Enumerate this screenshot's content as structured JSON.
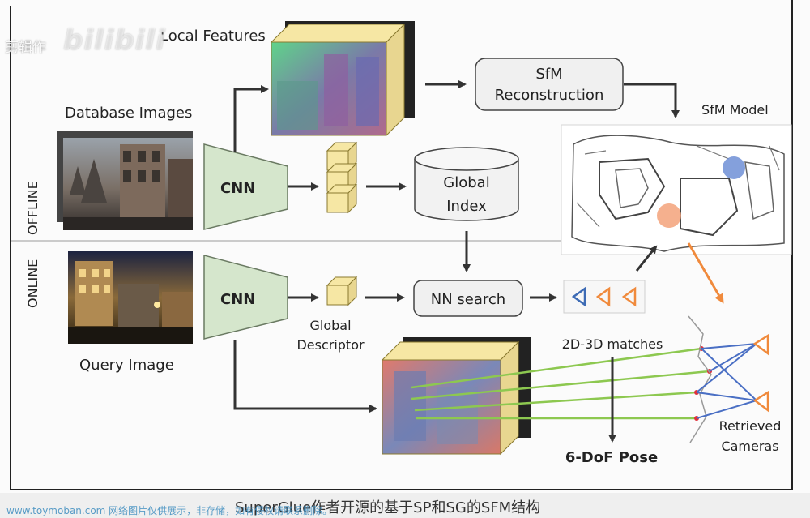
{
  "diagram": {
    "labels": {
      "local_features": "Local Features",
      "database_images": "Database Images",
      "sfm_model": "SfM Model",
      "sfm_line1": "SfM",
      "sfm_line2": "Reconstruction",
      "cnn_offline": "CNN",
      "cnn_online": "CNN",
      "global_index_line1": "Global",
      "global_index_line2": "Index",
      "offline": "OFFLINE",
      "online": "ONLINE",
      "query_image": "Query Image",
      "global_descriptor_line1": "Global",
      "global_descriptor_line2": "Descriptor",
      "nn_search": "NN search",
      "matches": "2D-3D matches",
      "pose": "6-DoF Pose",
      "retrieved_line1": "Retrieved",
      "retrieved_line2": "Cameras"
    },
    "colors": {
      "cnn_fill": "#d5e6cc",
      "feature_fill": "#f6e7a4",
      "feature_stroke": "#8a7a30",
      "blue_cam": "#3d6bb5",
      "orange_cam": "#f08a3c",
      "match_line": "#8dc850",
      "ray_line": "#4a6fc4",
      "arrow": "#333333"
    }
  },
  "overlay": {
    "watermark_bili": "bilibili",
    "watermark_left": "剪辑作",
    "caption": "SuperGlue作者开源的基于SP和SG的SFM结构",
    "footer_site": "www.toymoban.com 网络图片仅供展示，非存储，如有侵权请联系删除。"
  }
}
